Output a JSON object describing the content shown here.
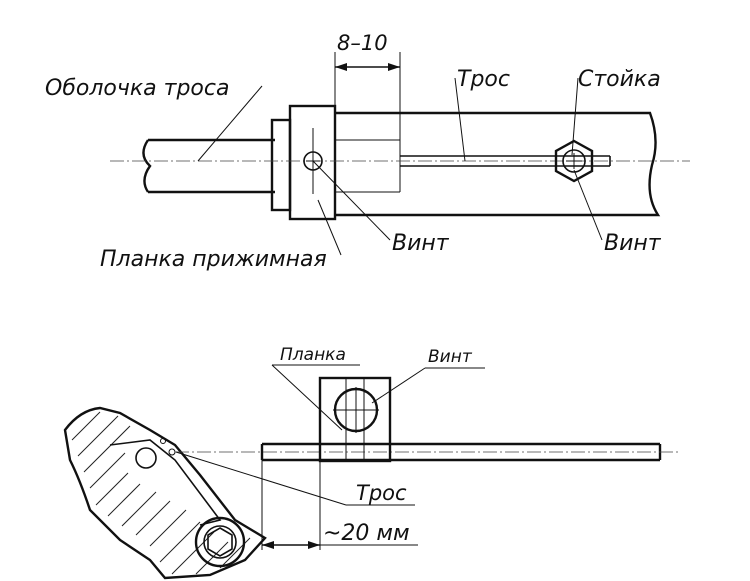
{
  "top": {
    "dimension": "8–10",
    "cable_sheath": "Оболочка троса",
    "cable": "Трос",
    "post": "Стойка",
    "clamp_plate": "Планка прижимная",
    "screw_left": "Винт",
    "screw_right": "Винт"
  },
  "bottom": {
    "plate": "Планка",
    "screw": "Винт",
    "cable": "Трос",
    "distance": "~20 мм"
  }
}
